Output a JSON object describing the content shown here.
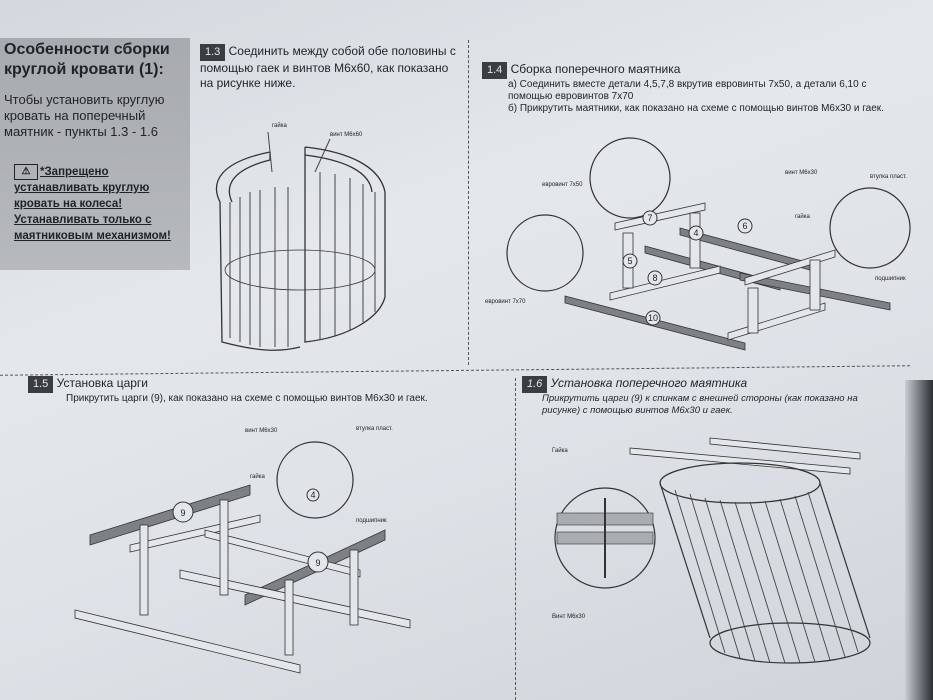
{
  "sidebar": {
    "title": "Особенности сборки круглой кровати (1):",
    "text": "Чтобы установить круглую кровать на поперечный маятник - пункты 1.3 - 1.6",
    "warning_icon": "warning-triangle-icon",
    "warning": "*Запрещено устанавливать круглую кровать на колеса! Устанавливать только с маятниковым механизмом!"
  },
  "step13": {
    "number": "1.3",
    "text": "Соединить между собой обе половины с помощью гаек и винтов М6х60, как показано на рисунке ниже.",
    "labels": {
      "nut": "гайка",
      "screw": "винт М6х60"
    }
  },
  "step14": {
    "number": "1.4",
    "title": "Сборка поперечного маятника",
    "text_a": "а) Соединить вместе детали 4,5,7,8 вкрутив евровинты 7х50,  а детали 6,10 с помощью евровинтов 7х70",
    "text_b": "б) Прикрутить маятники, как показано на схеме  с помощью винтов М6х30 и гаек.",
    "labels": {
      "euro_7x50": "евровинт 7х50",
      "euro_7x70": "евровинт 7х70",
      "screw": "винт М6х30",
      "bushing": "втулка пласт.",
      "nut": "гайка",
      "bearing": "подшипник"
    },
    "parts": [
      "4",
      "5",
      "6",
      "7",
      "8",
      "10"
    ]
  },
  "step15": {
    "number": "1.5",
    "title": "Установка царги",
    "text": "Прикрутить царги (9), как показано на схеме с помощью винтов М6х30 и гаек.",
    "labels": {
      "screw": "винт М6х30",
      "bushing": "втулка пласт.",
      "nut": "гайка",
      "bearing": "подшипник"
    },
    "parts": [
      "4",
      "9"
    ]
  },
  "step16": {
    "number": "1.6",
    "title": "Установка поперечного маятника",
    "text": "Прикрутить царги (9) к спинкам с внешней стороны (как показано на рисунке) с помощью винтов М6х30 и гаек.",
    "labels": {
      "nut": "Гайка",
      "screw": "Винт М6х30"
    }
  }
}
